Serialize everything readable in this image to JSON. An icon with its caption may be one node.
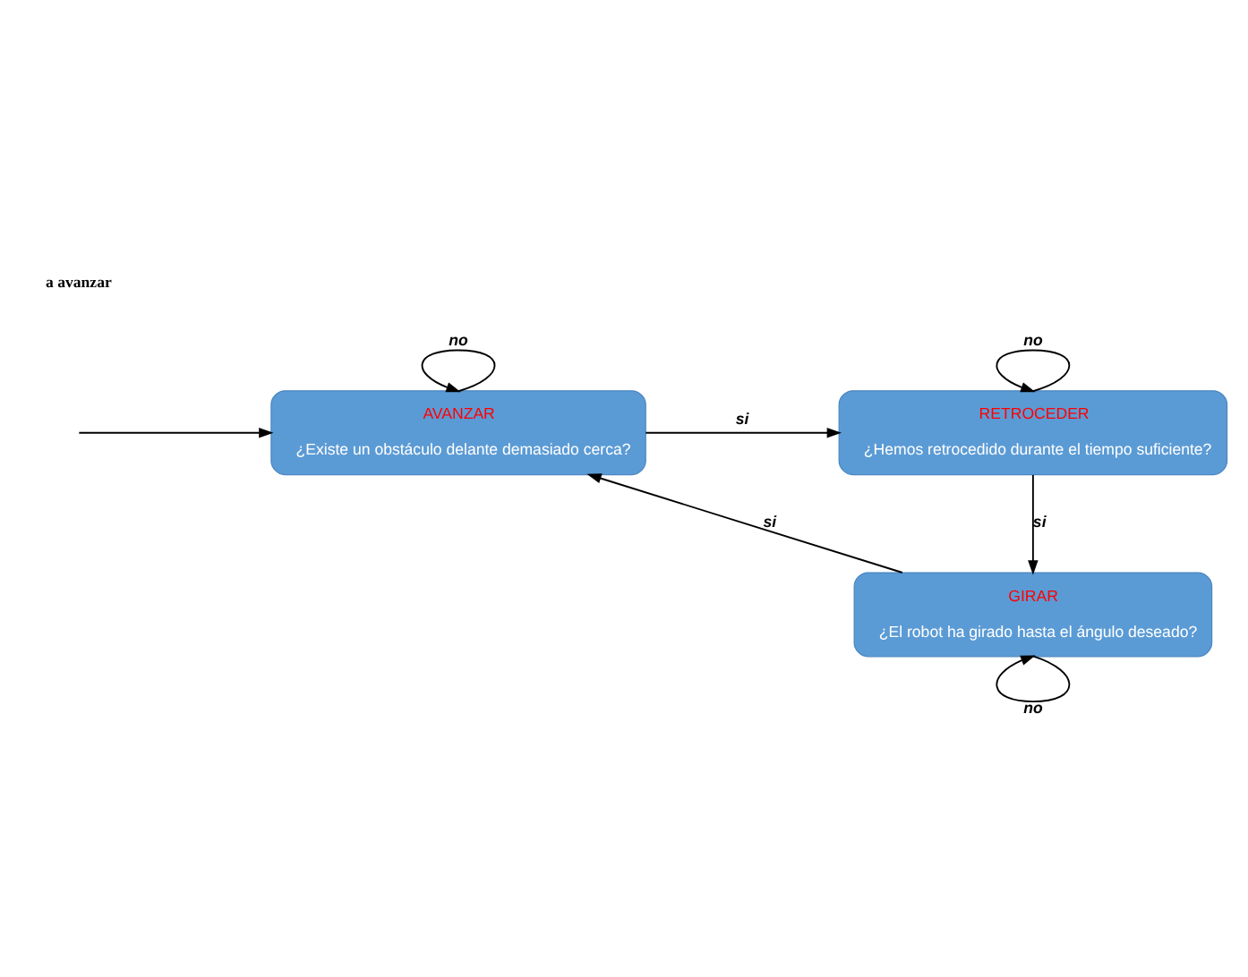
{
  "diagram": {
    "nodes": [
      {
        "text": [
          "AVANZAR",
          "¿Existe un obstáculo delante demasiado cerca?"
        ]
      },
      {
        "text": [
          "RETROCEDER",
          "¿Hemos retrocedido durante el tiempo suficiente?"
        ]
      },
      {
        "text": [
          "GIRAR",
          "¿El robot ha girado hasta el ángulo deseado?"
        ]
      }
    ],
    "edges": [
      {
        "from": null,
        "to": 0,
        "arrow": "to"
      },
      {
        "from": 0,
        "to": 0,
        "arrow": "to",
        "label": "no"
      },
      {
        "from": 0,
        "to": 1,
        "arrow": "to",
        "label": "si"
      },
      {
        "from": 1,
        "to": 1,
        "arrow": "to",
        "label": "no"
      },
      {
        "from": 1,
        "to": 2,
        "arrow": "to",
        "label": "si"
      },
      {
        "from": 2,
        "to": 0,
        "arrow": "to",
        "label": "si"
      },
      {
        "from": 2,
        "to": 2,
        "arrow": "to",
        "label": "no"
      }
    ],
    "labels": [
      "a avanzar"
    ]
  }
}
